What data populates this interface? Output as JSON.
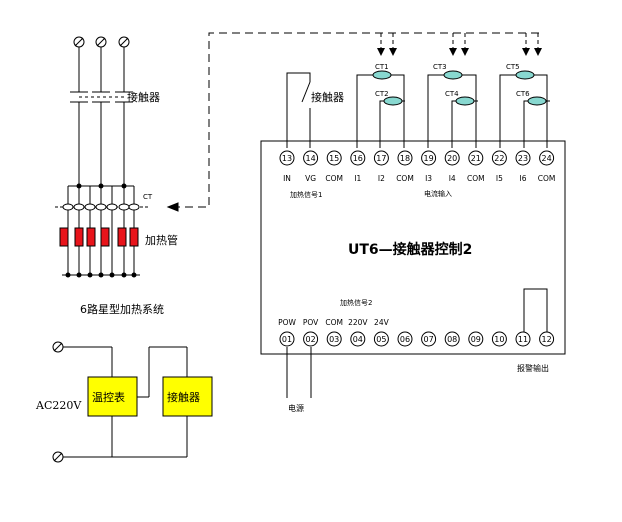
{
  "labels": {
    "contactor_top": "接触器",
    "ct": "CT",
    "heater": "加热管",
    "caption": "6路星型加热系统",
    "ac": "AC220V",
    "temp_ctrl": "温控表",
    "contactor_box": "接触器",
    "contactor_mid": "接触器",
    "module_title": "UT6—接触器控制2",
    "heat_sig1": "加热信号1",
    "current_input": "电流输入",
    "heat_sig2": "加热信号2",
    "alarm_out": "报警输出",
    "power": "电源"
  },
  "top_terminals": [
    {
      "num": "13",
      "label": "IN"
    },
    {
      "num": "14",
      "label": "VG"
    },
    {
      "num": "15",
      "label": "COM"
    },
    {
      "num": "16",
      "label": "I1"
    },
    {
      "num": "17",
      "label": "I2"
    },
    {
      "num": "18",
      "label": "COM"
    },
    {
      "num": "19",
      "label": "I3"
    },
    {
      "num": "20",
      "label": "I4"
    },
    {
      "num": "21",
      "label": "COM"
    },
    {
      "num": "22",
      "label": "I5"
    },
    {
      "num": "23",
      "label": "I6"
    },
    {
      "num": "24",
      "label": "COM"
    }
  ],
  "bottom_terminals": [
    {
      "num": "01",
      "label": "POW"
    },
    {
      "num": "02",
      "label": "POV"
    },
    {
      "num": "03",
      "label": "COM"
    },
    {
      "num": "04",
      "label": "220V"
    },
    {
      "num": "05",
      "label": "24V"
    },
    {
      "num": "06",
      "label": ""
    },
    {
      "num": "07",
      "label": ""
    },
    {
      "num": "08",
      "label": ""
    },
    {
      "num": "09",
      "label": ""
    },
    {
      "num": "10",
      "label": ""
    },
    {
      "num": "11",
      "label": ""
    },
    {
      "num": "12",
      "label": ""
    }
  ],
  "cts": [
    "CT1",
    "CT2",
    "CT3",
    "CT4",
    "CT5",
    "CT6"
  ],
  "colors": {
    "heater": "#e8141b",
    "box": "#ffff00",
    "ct": "#88d8d0"
  }
}
